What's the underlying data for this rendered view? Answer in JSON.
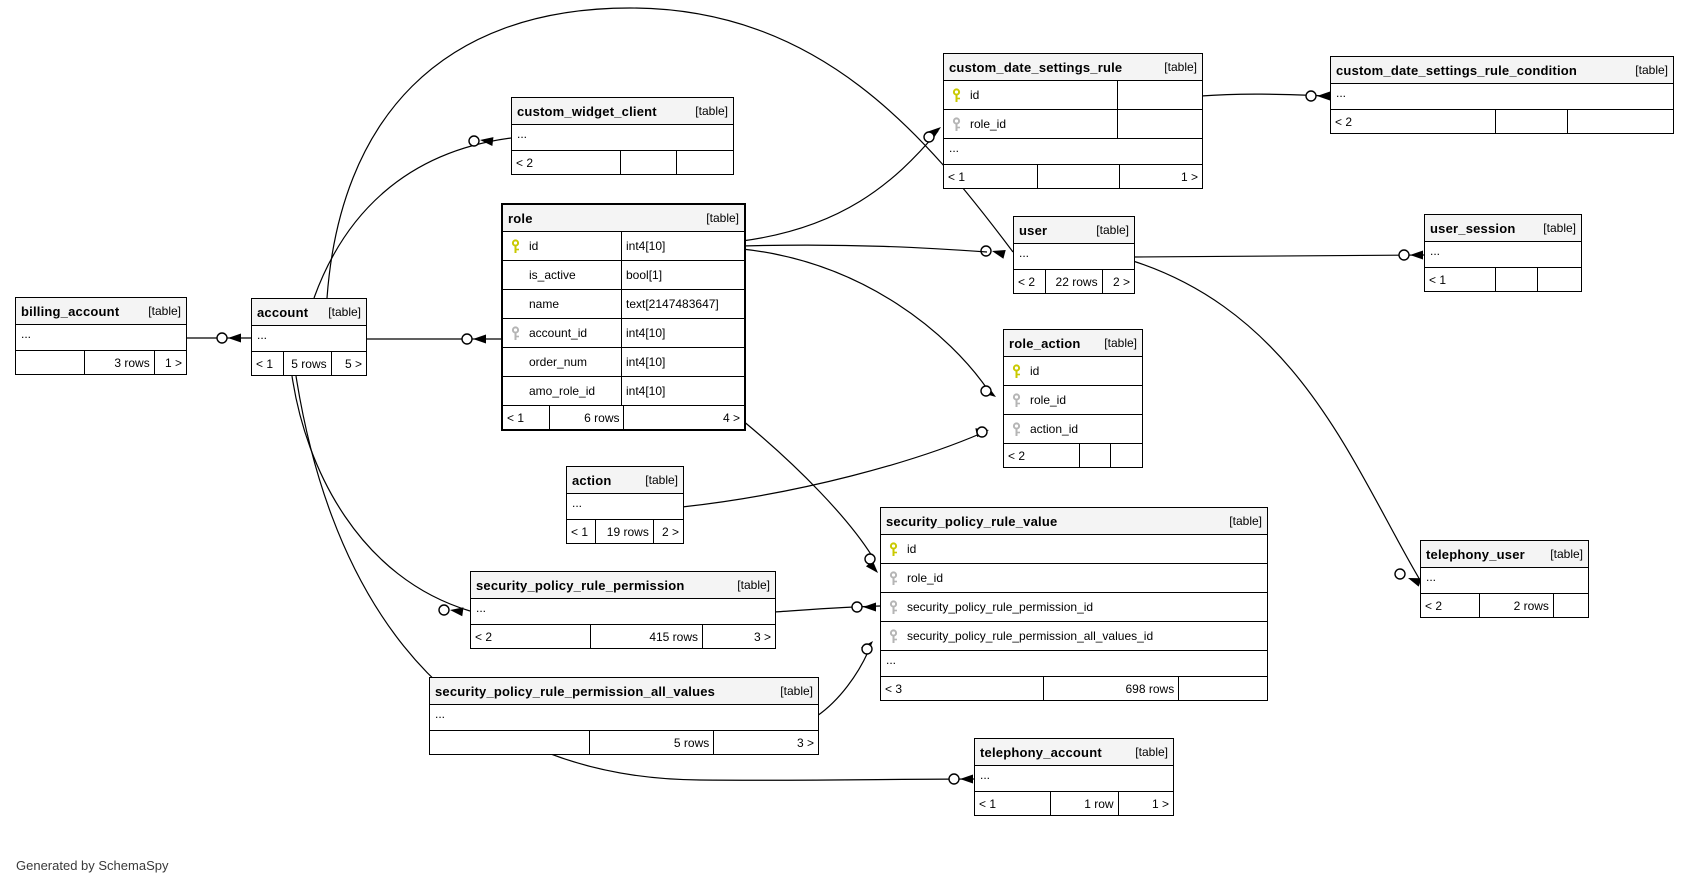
{
  "app": {
    "generated_by": "Generated by SchemaSpy"
  },
  "labels": {
    "ellipsis": "...",
    "table_tag": "[table]"
  },
  "colors": {
    "primary_key": "#c9c900",
    "foreign_key": "#b5b5b5",
    "header_bg": "#f4f4f4",
    "border": "#000000",
    "edge": "#000000"
  },
  "tables": [
    {
      "name": "billing_account",
      "tag": "[table]",
      "columns": [],
      "ellipsis": true,
      "footer": [
        "",
        "3 rows",
        "1 >"
      ]
    },
    {
      "name": "account",
      "tag": "[table]",
      "columns": [],
      "ellipsis": true,
      "footer": [
        "< 1",
        "5 rows",
        "5 >"
      ]
    },
    {
      "name": "custom_widget_client",
      "tag": "[table]",
      "columns": [],
      "ellipsis": true,
      "footer": [
        "< 2",
        "",
        ""
      ]
    },
    {
      "name": "role",
      "tag": "[table]",
      "emphasized": true,
      "ellipsis": false,
      "columns": [
        {
          "name": "id",
          "type": "int4[10]",
          "key": "primary"
        },
        {
          "name": "is_active",
          "type": "bool[1]",
          "key": ""
        },
        {
          "name": "name",
          "type": "text[2147483647]",
          "key": ""
        },
        {
          "name": "account_id",
          "type": "int4[10]",
          "key": "foreign"
        },
        {
          "name": "order_num",
          "type": "int4[10]",
          "key": ""
        },
        {
          "name": "amo_role_id",
          "type": "int4[10]",
          "key": ""
        }
      ],
      "footer": [
        "< 1",
        "6 rows",
        "4 >"
      ]
    },
    {
      "name": "custom_date_settings_rule",
      "tag": "[table]",
      "ellipsis": true,
      "columns": [
        {
          "name": "id",
          "type": "",
          "key": "primary"
        },
        {
          "name": "role_id",
          "type": "",
          "key": "foreign"
        }
      ],
      "footer": [
        "< 1",
        "",
        "1 >"
      ]
    },
    {
      "name": "custom_date_settings_rule_condition",
      "tag": "[table]",
      "columns": [],
      "ellipsis": true,
      "footer": [
        "< 2",
        "",
        ""
      ]
    },
    {
      "name": "user",
      "tag": "[table]",
      "columns": [],
      "ellipsis": true,
      "footer": [
        "< 2",
        "22 rows",
        "2 >"
      ]
    },
    {
      "name": "user_session",
      "tag": "[table]",
      "columns": [],
      "ellipsis": true,
      "footer": [
        "< 1",
        "",
        ""
      ]
    },
    {
      "name": "role_action",
      "tag": "[table]",
      "ellipsis": false,
      "columns": [
        {
          "name": "id",
          "type": "",
          "key": "primary"
        },
        {
          "name": "role_id",
          "type": "",
          "key": "foreign"
        },
        {
          "name": "action_id",
          "type": "",
          "key": "foreign"
        }
      ],
      "footer": [
        "< 2",
        "",
        ""
      ]
    },
    {
      "name": "action",
      "tag": "[table]",
      "columns": [],
      "ellipsis": true,
      "footer": [
        "< 1",
        "19 rows",
        "2 >"
      ]
    },
    {
      "name": "security_policy_rule_value",
      "tag": "[table]",
      "ellipsis": true,
      "columns": [
        {
          "name": "id",
          "type": "",
          "key": "primary"
        },
        {
          "name": "role_id",
          "type": "",
          "key": "foreign"
        },
        {
          "name": "security_policy_rule_permission_id",
          "type": "",
          "key": "foreign"
        },
        {
          "name": "security_policy_rule_permission_all_values_id",
          "type": "",
          "key": "foreign"
        }
      ],
      "footer": [
        "< 3",
        "698 rows",
        ""
      ]
    },
    {
      "name": "security_policy_rule_permission",
      "tag": "[table]",
      "columns": [],
      "ellipsis": true,
      "footer": [
        "< 2",
        "415 rows",
        "3 >"
      ]
    },
    {
      "name": "security_policy_rule_permission_all_values",
      "tag": "[table]",
      "columns": [],
      "ellipsis": true,
      "footer": [
        "",
        "5 rows",
        "3 >"
      ]
    },
    {
      "name": "telephony_account",
      "tag": "[table]",
      "columns": [],
      "ellipsis": true,
      "footer": [
        "< 1",
        "1 row",
        "1 >"
      ]
    },
    {
      "name": "telephony_user",
      "tag": "[table]",
      "columns": [],
      "ellipsis": true,
      "footer": [
        "< 2",
        "2 rows",
        ""
      ]
    }
  ],
  "edges": [
    {
      "from": "account",
      "to": "billing_account"
    },
    {
      "from": "account",
      "to": "role",
      "column": "account_id"
    },
    {
      "from": "account",
      "to": "custom_widget_client"
    },
    {
      "from": "account",
      "to": "user"
    },
    {
      "from": "role",
      "to": "user"
    },
    {
      "from": "role",
      "to": "custom_date_settings_rule",
      "column": "role_id"
    },
    {
      "from": "custom_date_settings_rule",
      "to": "custom_date_settings_rule_condition"
    },
    {
      "from": "user",
      "to": "user_session"
    },
    {
      "from": "user",
      "to": "telephony_user"
    },
    {
      "from": "account",
      "to": "telephony_account"
    },
    {
      "from": "account",
      "to": "security_policy_rule_permission"
    },
    {
      "from": "role",
      "to": "security_policy_rule_value",
      "column": "role_id"
    },
    {
      "from": "security_policy_rule_permission",
      "to": "security_policy_rule_value",
      "column": "security_policy_rule_permission_id"
    },
    {
      "from": "security_policy_rule_permission_all_values",
      "to": "security_policy_rule_value",
      "column": "security_policy_rule_permission_all_values_id"
    },
    {
      "from": "role",
      "to": "role_action",
      "column": "role_id"
    },
    {
      "from": "action",
      "to": "role_action",
      "column": "action_id"
    }
  ]
}
